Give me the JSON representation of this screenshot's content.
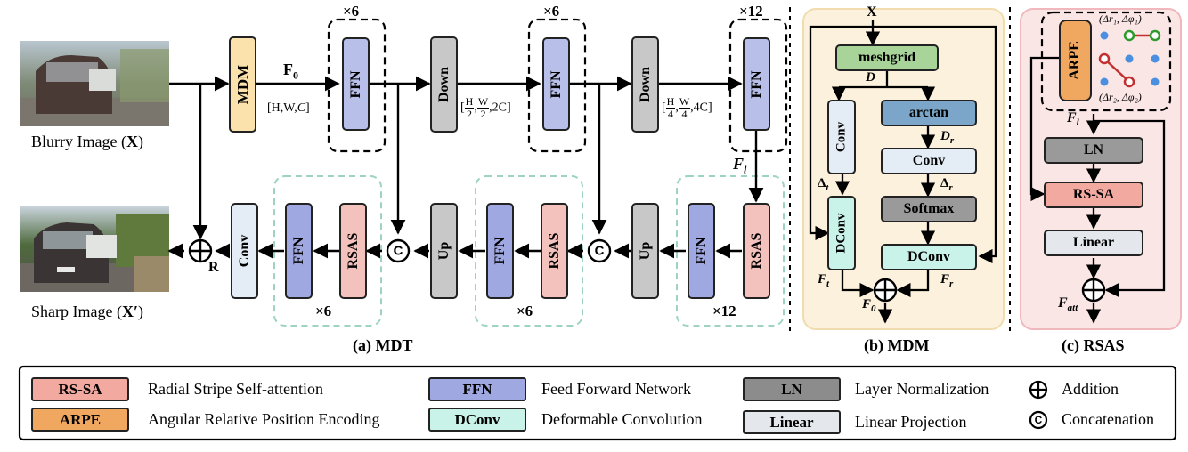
{
  "panels": {
    "a": "(a) MDT",
    "b": "(b) MDM",
    "c": "(c) RSAS"
  },
  "images": {
    "blurry_caption_text": "Blurry Image (",
    "blurry_symbol": "X",
    "sharp_caption_text": "Sharp Image (",
    "sharp_symbol": "X′"
  },
  "mdt": {
    "mdm": "MDM",
    "ffn": "FFN",
    "down": "Down",
    "up": "Up",
    "conv": "Conv",
    "rsas": "RSAS",
    "f0": "F",
    "f0_sub": "0",
    "fl": "F",
    "fl_sub": "l",
    "r": "R",
    "dim1": "[H,W,",
    "dim1_c": "C",
    "dim2_h": "H",
    "dim2_w": "W",
    "dim2_den": "2",
    "dim2_c": "2C",
    "dim4_h": "H",
    "dim4_w": "W",
    "dim4_den": "4",
    "dim4_c": "4C",
    "rep_top": [
      "×6",
      "×6",
      "×12"
    ],
    "rep_bottom": [
      "×12",
      "×6",
      "×6"
    ]
  },
  "mdm_panel": {
    "x": "X",
    "meshgrid": "meshgrid",
    "d": "D",
    "conv_left": "Conv",
    "arctan": "arctan",
    "dr": "D",
    "dr_sub": "r",
    "conv": "Conv",
    "delta_r": "Δ",
    "delta_r_sub": "r",
    "delta_t": "Δ",
    "delta_t_sub": "t",
    "softmax": "Softmax",
    "dconv_left": "DConv",
    "dconv": "DConv",
    "ft": "F",
    "ft_sub": "t",
    "fr": "F",
    "fr_sub": "r",
    "f0": "F",
    "f0_sub": "0"
  },
  "rsas_panel": {
    "arpe": "ARPE",
    "pair1": "(Δr₁, Δφ₁)",
    "pair2": "(Δr₂, Δφ₂)",
    "fl": "F",
    "fl_sub": "l",
    "ln": "LN",
    "rssa": "RS-SA",
    "linear": "Linear",
    "fatt": "F",
    "fatt_sub": "att"
  },
  "legend": [
    {
      "key": "RS-SA",
      "desc": "Radial Stripe Self-attention",
      "color": "#f2a9a0"
    },
    {
      "key": "ARPE",
      "desc": "Angular Relative Position Encoding",
      "color": "#f0a860"
    },
    {
      "key": "FFN",
      "desc": "Feed Forward Network",
      "color": "#9fa8e0"
    },
    {
      "key": "DConv",
      "desc": "Deformable Convolution",
      "color": "#c9f2e8"
    },
    {
      "key": "LN",
      "desc": "Layer Normalization",
      "color": "#8c8c8c"
    },
    {
      "key": "Linear",
      "desc": "Linear Projection",
      "color": "#e4e8ec"
    },
    {
      "key": "⊕",
      "desc": "Addition",
      "color": ""
    },
    {
      "key": "©",
      "desc": "Concatenation",
      "color": ""
    }
  ],
  "colors": {
    "mdm_block": "#fbe2ad",
    "ffn_block": "#b8bfe8",
    "rsas_block": "#f4c2bc",
    "down_up": "#c8c8c8",
    "conv_block": "#e4edf5",
    "mdm_panel_bg": "#fcf1dc",
    "rsas_panel_bg": "#fbe6e6",
    "meshgrid": "#a8d49a",
    "arctan": "#7ba6c9",
    "softmax": "#9a9a9a"
  }
}
